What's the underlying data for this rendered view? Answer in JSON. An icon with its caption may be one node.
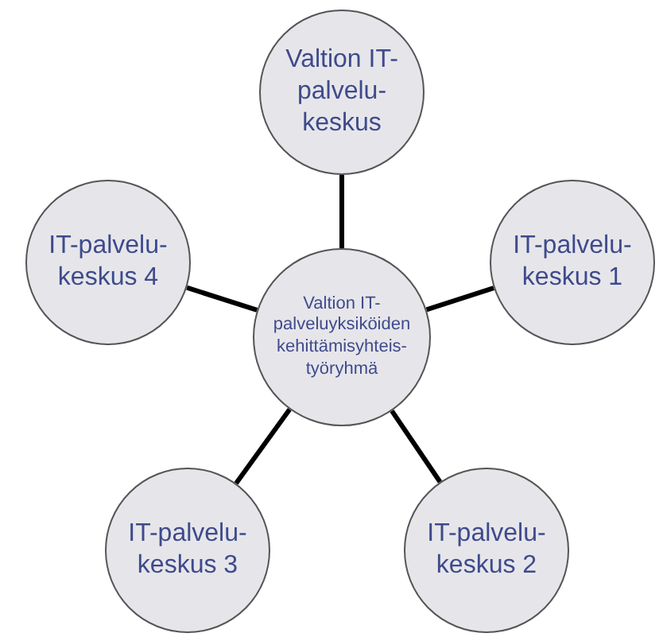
{
  "diagram": {
    "nodes": [
      {
        "text": [
          "Valtion IT- palveluyksiköiden kehittämisyhteis- työryhmä"
        ]
      },
      {
        "text": [
          "Valtion IT- palvelu- keskus"
        ]
      },
      {
        "text": [
          "IT-palvelu- keskus 1"
        ]
      },
      {
        "text": [
          "IT-palvelu- keskus 2"
        ]
      },
      {
        "text": [
          "IT-palvelu- keskus 3"
        ]
      },
      {
        "text": [
          "IT-palvelu- keskus 4"
        ]
      }
    ],
    "edges": [
      {
        "from": 0,
        "to": 1,
        "arrow": "none"
      },
      {
        "from": 0,
        "to": 2,
        "arrow": "none"
      },
      {
        "from": 0,
        "to": 3,
        "arrow": "none"
      },
      {
        "from": 0,
        "to": 4,
        "arrow": "none"
      },
      {
        "from": 0,
        "to": 5,
        "arrow": "none"
      }
    ]
  }
}
